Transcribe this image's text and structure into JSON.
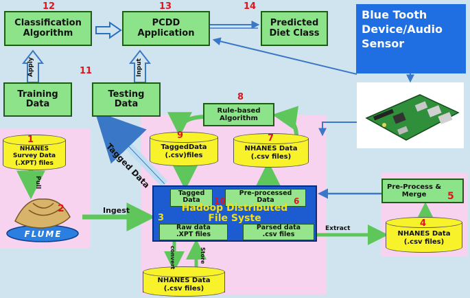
{
  "boxes": {
    "classification": "Classification\nAlgorithm",
    "pcdd": "PCDD\nApplication",
    "predicted": "Predicted\nDiet Class",
    "training": "Training\nData",
    "testing": "Testing\nData",
    "rule_based": "Rule-based\nAlgorithm",
    "preprocess_merge": "Pre-Process &\nMerge"
  },
  "bluetooth": "Blue Tooth\nDevice/Audio\nSensor",
  "cylinders": {
    "survey": "NHANES\nSurvey Data\n(.XPT) files",
    "tagged": "TaggedData\n(.csv)files",
    "nhanes_top": "NHANES Data\n(.csv files)",
    "nhanes_right": "NHANES Data\n(.csv files)",
    "nhanes_bottom": "NHANES Data\n(.csv files)"
  },
  "hadoop": {
    "title": "Hadoop Distributed\nFile Syste",
    "tagged": "Tagged\nData",
    "preprocessed": "Pre-processed\nData",
    "raw": "Raw data\n.XPT files",
    "parsed": "Parsed data\n.csv files"
  },
  "numbers": {
    "n1": "1",
    "n2": "2",
    "n3": "3",
    "n4": "4",
    "n5": "5",
    "n6": "6",
    "n7": "7",
    "n8": "8",
    "n9": "9",
    "n10": "10",
    "n11": "11",
    "n12": "12",
    "n13": "13",
    "n14": "14"
  },
  "arrow_labels": {
    "apply": "Apply",
    "input": "Input",
    "pull": "Pull",
    "ingest": "Ingest",
    "tagged_data": "Tagged Data",
    "extract": "Extract",
    "convert": "convert",
    "store": "Store"
  },
  "flume": "FLUME",
  "colors": {
    "background": "#cfe4ef",
    "box_green": "#8de38a",
    "cylinder_yellow": "#f7f22a",
    "hadoop_blue": "#1c5bd0",
    "bluetooth_blue": "#1f6fe2",
    "number_red": "#e0141c"
  }
}
